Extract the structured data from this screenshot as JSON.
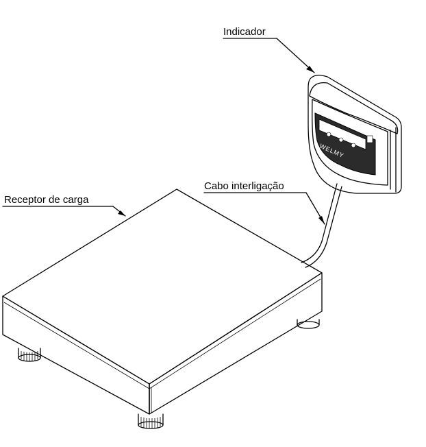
{
  "labels": {
    "indicator": "Indicador",
    "cable": "Cabo interligação",
    "receiver": "Receptor de carga"
  },
  "indicator_brand": "WELMY",
  "colors": {
    "line": "#000000",
    "background": "#ffffff",
    "display_panel": "#2b2b2b"
  }
}
